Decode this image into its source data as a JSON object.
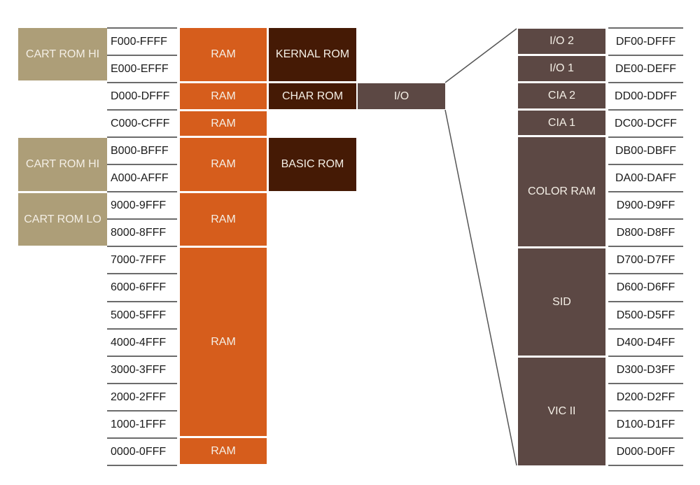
{
  "colors": {
    "cart_rom": "#ad9e78",
    "ram": "#d65d1c",
    "rom": "#451a05",
    "io": "#5c4844",
    "divider": "#6b6b6b"
  },
  "main_map": {
    "addresses": [
      "F000-FFFF",
      "E000-EFFF",
      "D000-DFFF",
      "C000-CFFF",
      "B000-BFFF",
      "A000-AFFF",
      "9000-9FFF",
      "8000-8FFF",
      "7000-7FFF",
      "6000-6FFF",
      "5000-5FFF",
      "4000-4FFF",
      "3000-3FFF",
      "2000-2FFF",
      "1000-1FFF",
      "0000-0FFF"
    ],
    "cartridge_blocks": [
      {
        "label": "CART ROM HI",
        "range": "E000-FFFF"
      },
      {
        "label": "CART ROM HI",
        "range": "A000-BFFF"
      },
      {
        "label": "CART ROM LO",
        "range": "8000-9FFF"
      }
    ],
    "ram_blocks": [
      {
        "label": "RAM",
        "range": "E000-FFFF"
      },
      {
        "label": "RAM",
        "range": "D000-DFFF"
      },
      {
        "label": "RAM",
        "range": "C000-CFFF"
      },
      {
        "label": "RAM",
        "range": "A000-BFFF"
      },
      {
        "label": "RAM",
        "range": "8000-9FFF"
      },
      {
        "label": "RAM",
        "range": "1000-7FFF"
      },
      {
        "label": "RAM",
        "range": "0000-0FFF"
      }
    ],
    "rom_blocks": [
      {
        "label": "KERNAL ROM",
        "range": "E000-FFFF"
      },
      {
        "label": "CHAR ROM",
        "range": "D000-DFFF"
      },
      {
        "label": "BASIC ROM",
        "range": "A000-BFFF"
      }
    ],
    "io_block": {
      "label": "I/O",
      "range": "D000-DFFF"
    }
  },
  "io_map": {
    "addresses": [
      "DF00-DFFF",
      "DE00-DEFF",
      "DD00-DDFF",
      "DC00-DCFF",
      "DB00-DBFF",
      "DA00-DAFF",
      "D900-D9FF",
      "D800-D8FF",
      "D700-D7FF",
      "D600-D6FF",
      "D500-D5FF",
      "D400-D4FF",
      "D300-D3FF",
      "D200-D2FF",
      "D100-D1FF",
      "D000-D0FF"
    ],
    "blocks": [
      {
        "label": "I/O 2",
        "range": "DF00-DFFF"
      },
      {
        "label": "I/O 1",
        "range": "DE00-DEFF"
      },
      {
        "label": "CIA 2",
        "range": "DD00-DDFF"
      },
      {
        "label": "CIA 1",
        "range": "DC00-DCFF"
      },
      {
        "label": "COLOR RAM",
        "range": "D800-DBFF"
      },
      {
        "label": "SID",
        "range": "D400-D7FF"
      },
      {
        "label": "VIC II",
        "range": "D000-D3FF"
      }
    ]
  }
}
